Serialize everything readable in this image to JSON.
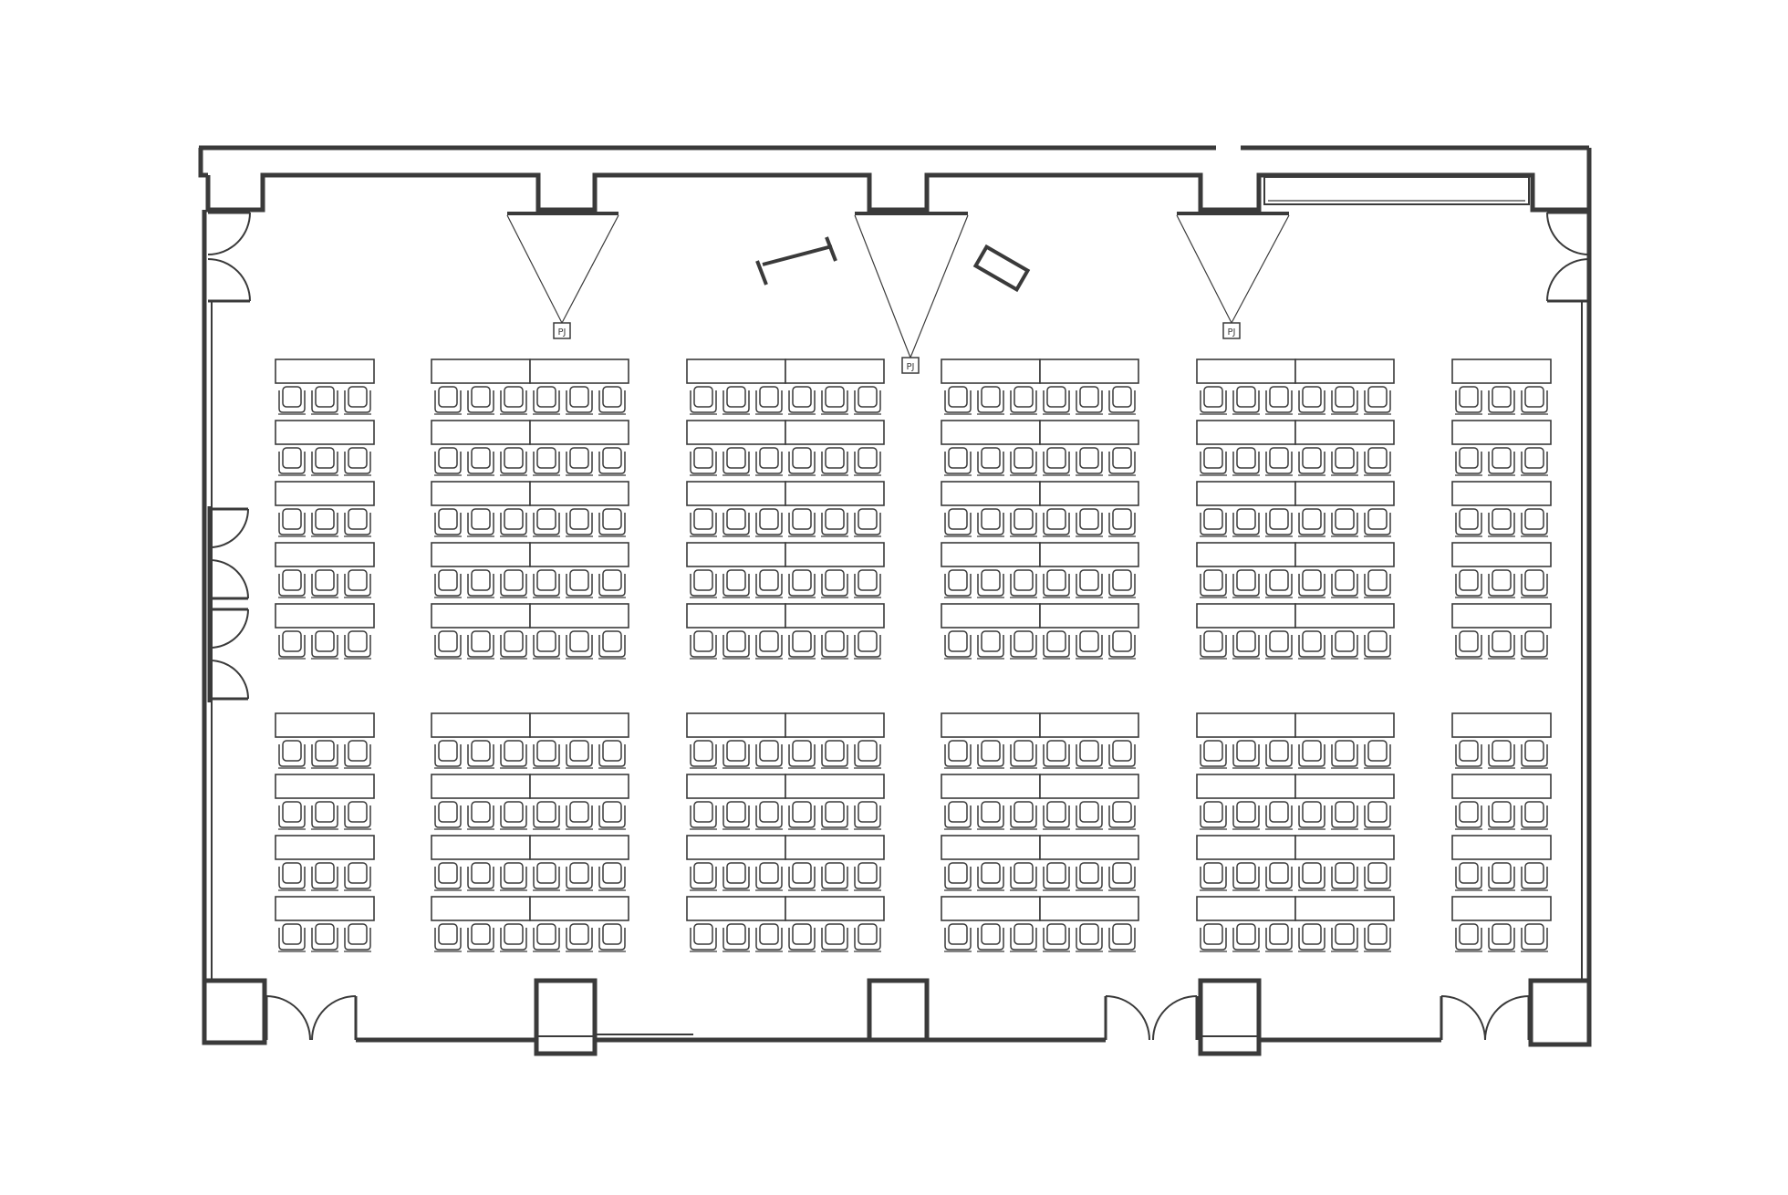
{
  "floorplan": {
    "projector_label": "PJ",
    "colors": {
      "line": "#3a3a3a",
      "background": "#ffffff"
    },
    "seating": {
      "seats_per_table": 3,
      "column_table_counts": [
        1,
        2,
        2,
        2,
        2,
        1
      ],
      "front_block_rows": 5,
      "back_block_rows": 4
    },
    "projectors": [
      {
        "name": "projector-left"
      },
      {
        "name": "projector-center"
      },
      {
        "name": "projector-right"
      }
    ]
  }
}
